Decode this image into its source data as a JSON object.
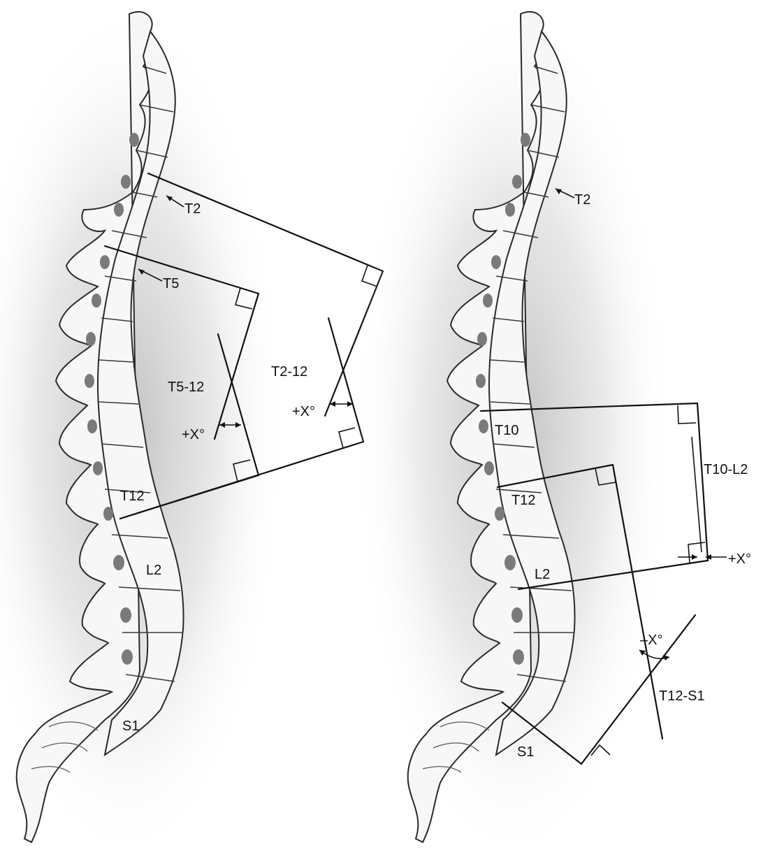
{
  "panels": [
    {
      "id": "left",
      "vertebra_labels": [
        "T2",
        "T5",
        "T12",
        "L2",
        "S1"
      ],
      "angle_labels": [
        "T5-12",
        "T2-12"
      ],
      "angle_values": [
        "+X°",
        "+X°"
      ]
    },
    {
      "id": "right",
      "vertebra_labels": [
        "T2",
        "T10",
        "T12",
        "L2",
        "S1"
      ],
      "angle_labels": [
        "T10-L2",
        "T12-S1"
      ],
      "angle_values": [
        "+X°",
        "–X°"
      ]
    }
  ],
  "colors": {
    "line": "#111111",
    "bone_fill": "#f7f7f7",
    "shadow": "#9a9a9a"
  }
}
